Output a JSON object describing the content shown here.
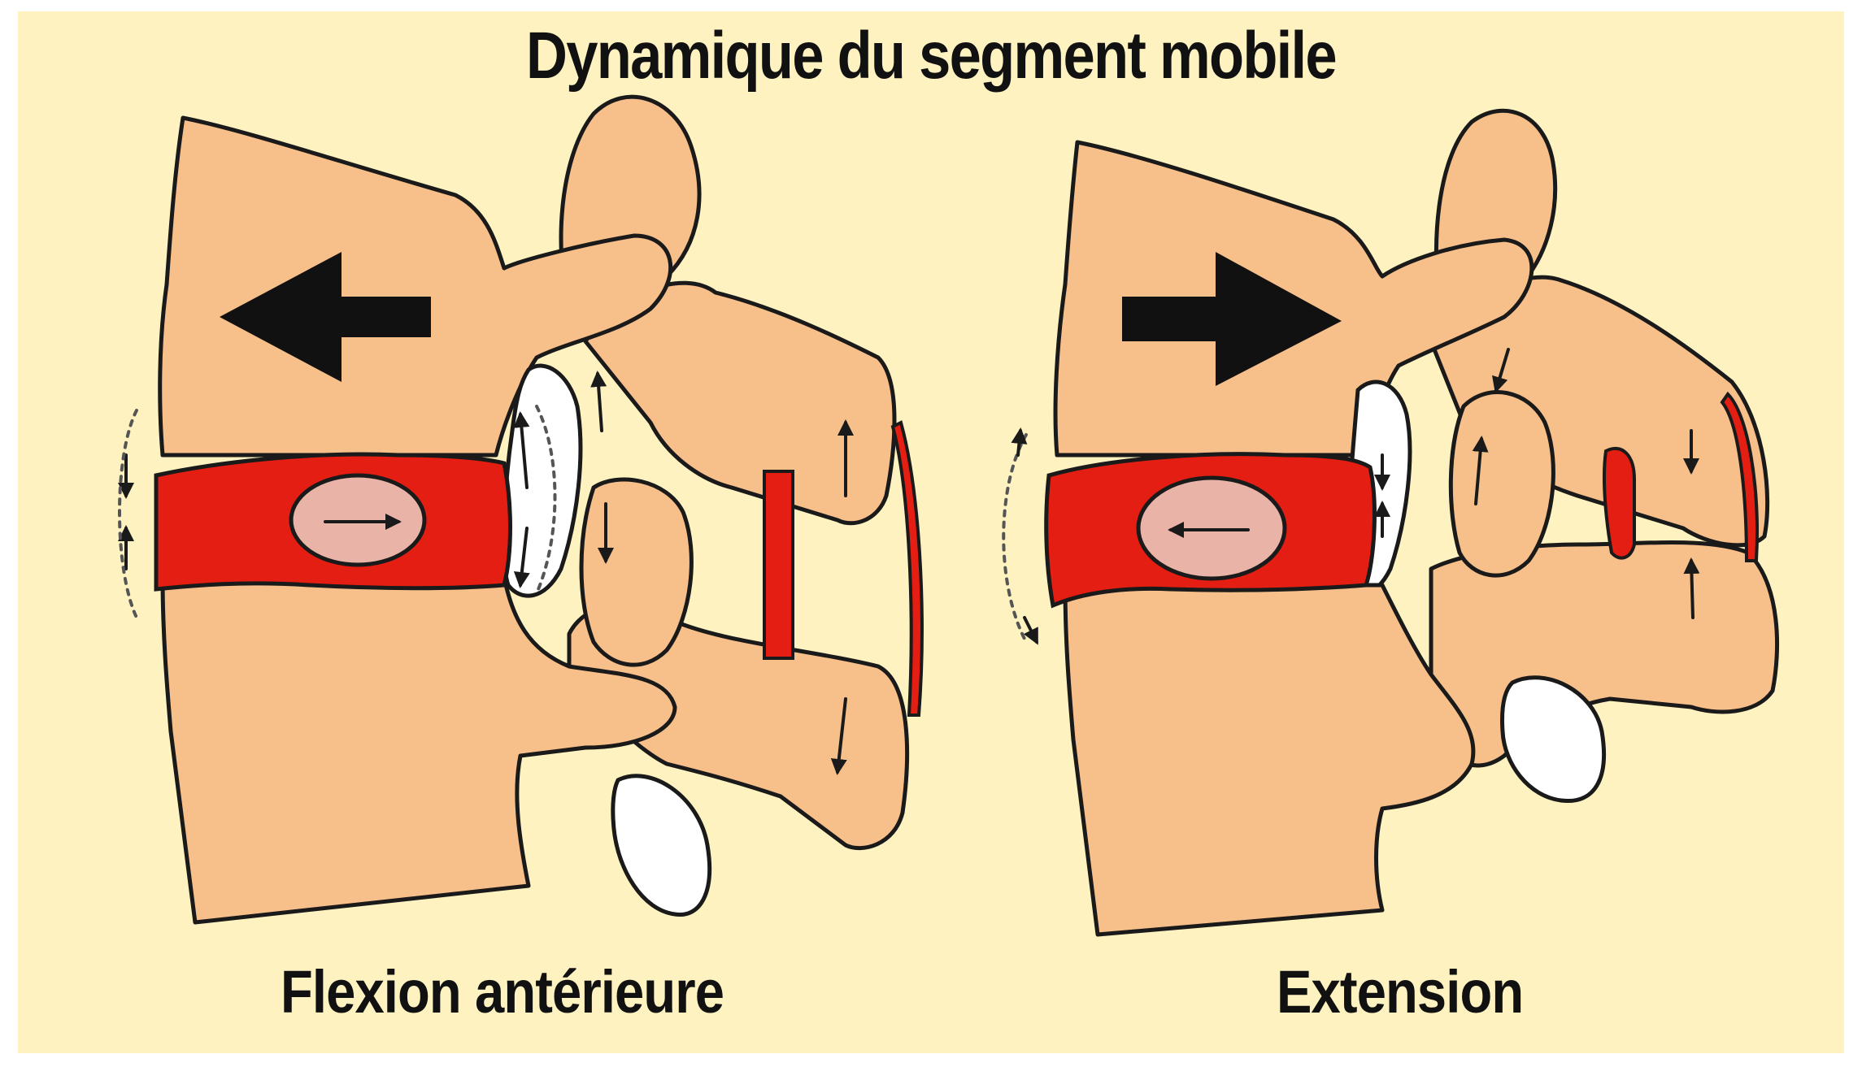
{
  "title": "Dynamique du segment mobile",
  "panels": [
    {
      "caption": "Flexion antérieure",
      "movement_direction": "left",
      "nucleus_arrow": "right"
    },
    {
      "caption": "Extension",
      "movement_direction": "right",
      "nucleus_arrow": "left"
    }
  ],
  "colors": {
    "background": "#fdf2c0",
    "bone": "#f7bf8a",
    "disc": "#e41e12",
    "nucleus": "#e9b3a8",
    "outline": "#1a1a1a"
  }
}
